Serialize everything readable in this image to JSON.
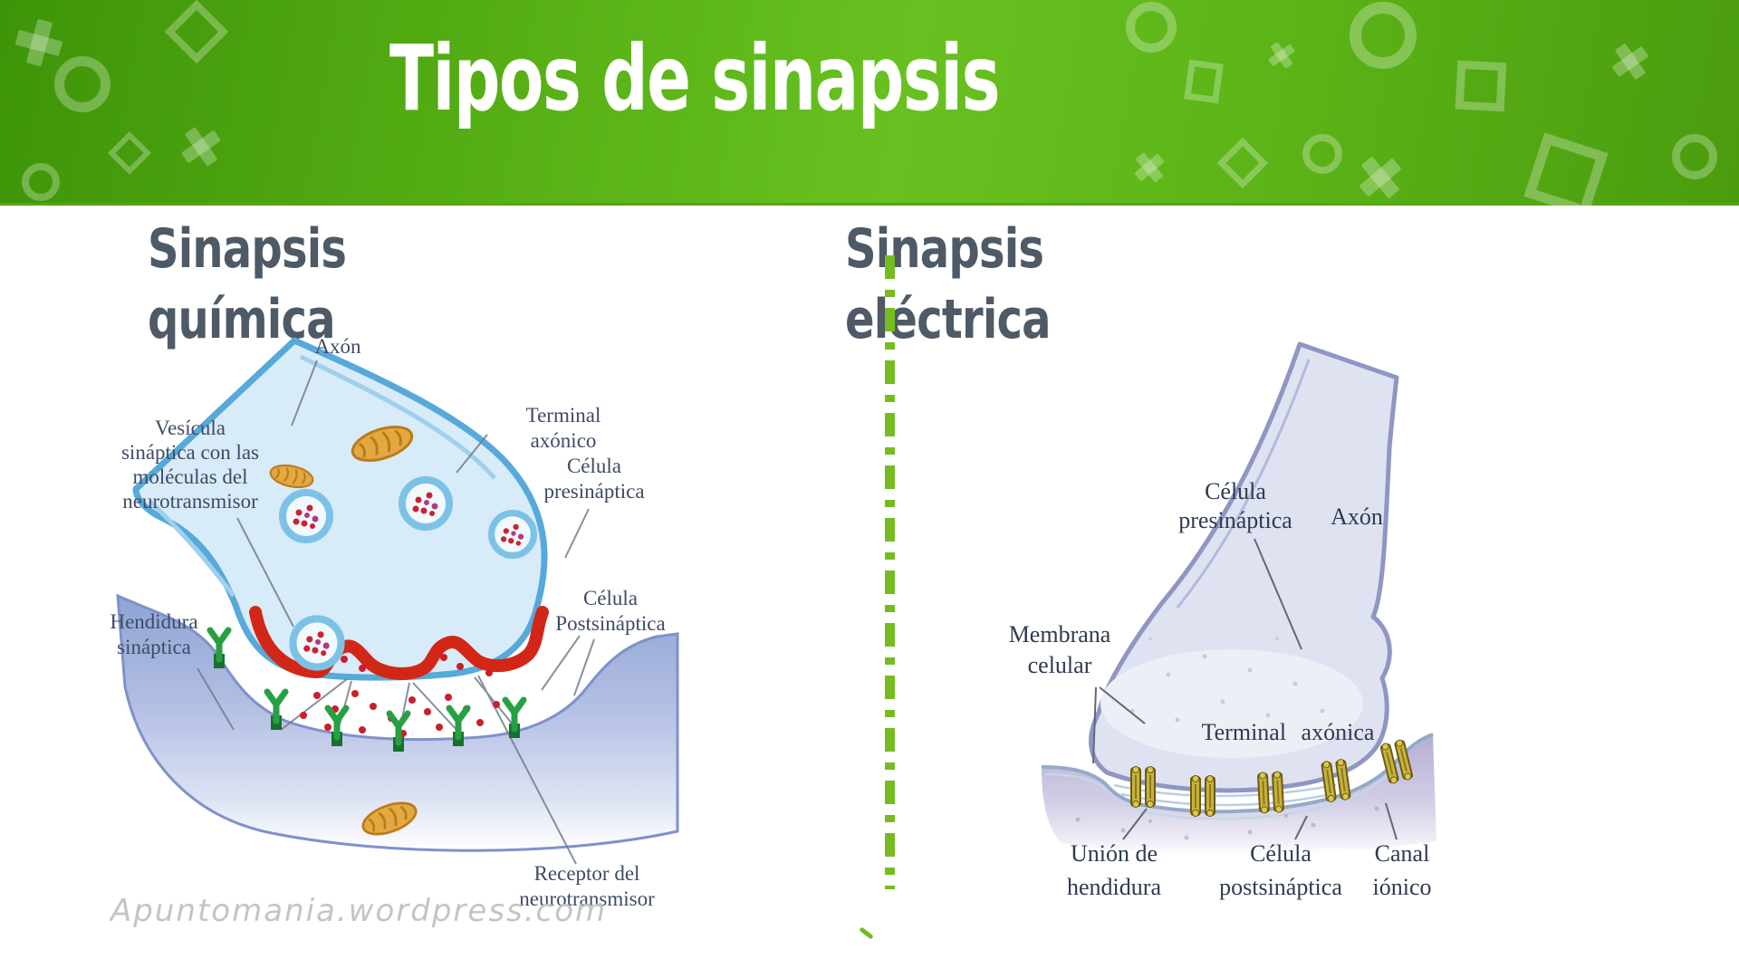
{
  "header": {
    "title": "Tipos de sinapsis",
    "text_color": "#ffffff",
    "bg_gradient": [
      "#3e9408",
      "#58b116",
      "#68c120",
      "#5bb317",
      "#4a9c0e"
    ],
    "decor_color": "rgba(255,255,255,0.30)",
    "decorations": [
      "plus",
      "ring",
      "diamond-outline",
      "small-diamond-outline",
      "cross-x",
      "small-ring",
      "ring",
      "square-outline",
      "cross-x",
      "cross-x",
      "diamond-outline",
      "small-ring",
      "ring",
      "square-outline",
      "cross-x",
      "small-ring",
      "cross-x",
      "tilted-square-outline"
    ]
  },
  "divider": {
    "color": "#76bc21",
    "style": "dash-dot vertical"
  },
  "left": {
    "heading": [
      "Sinapsis",
      "química"
    ],
    "heading_color": "#4e5a66",
    "watermark": "Apuntomania.wordpress.com",
    "labels": {
      "axon": "Axón",
      "vesicula": [
        "Vesícula",
        "sináptica con las",
        "moléculas del",
        "neurotransmisor"
      ],
      "terminal": [
        "Terminal",
        "axónico"
      ],
      "celula_pre": [
        "Célula",
        "presináptica"
      ],
      "hendidura": [
        "Hendidura",
        "sináptica"
      ],
      "celula_post": [
        "Célula",
        "Postsináptica"
      ],
      "receptor": [
        "Receptor del",
        "neurotransmisor"
      ]
    },
    "colors": {
      "axon_fill": "#d8ebf8",
      "axon_stroke": "#57a9da",
      "membrane_red": "#d22717",
      "receptor_green": "#27a043",
      "postsynaptic": "#8ea4d4",
      "mitochondria": "#e3a83f",
      "dots": "#c9202c"
    }
  },
  "right": {
    "heading": [
      "Sinapsis",
      "eléctrica"
    ],
    "heading_color": "#4e5a66",
    "labels": {
      "celula_pre": [
        "Célula",
        "presináptica"
      ],
      "axon": "Axón",
      "membrana": [
        "Membrana",
        "celular"
      ],
      "terminal": "Terminal  axónica",
      "union": [
        "Unión de",
        "hendidura"
      ],
      "celula_post": [
        "Célula",
        "postsináptica"
      ],
      "canal": [
        "Canal",
        "iónico"
      ]
    },
    "colors": {
      "axon_fill": "#dfe2f1",
      "axon_stroke": "#8f96c4",
      "postsynaptic": "#b5aed3",
      "channel_gold": "#c8b23b"
    }
  }
}
